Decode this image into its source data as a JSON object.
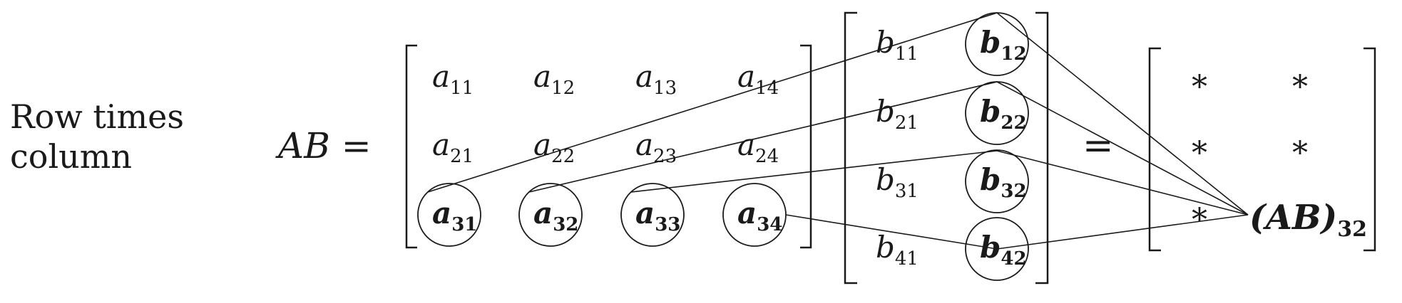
{
  "caption": {
    "line1": "Row times",
    "line2": "column"
  },
  "lhs": {
    "text": "AB ="
  },
  "matrix_a": [
    [
      "11",
      "12",
      "13",
      "14"
    ],
    [
      "21",
      "22",
      "23",
      "24"
    ],
    [
      "31",
      "32",
      "33",
      "34"
    ]
  ],
  "matrix_b": [
    [
      "11",
      "12"
    ],
    [
      "21",
      "22"
    ],
    [
      "31",
      "32"
    ],
    [
      "41",
      "42"
    ]
  ],
  "equals": "=",
  "result": {
    "cells": [
      [
        "*",
        "*"
      ],
      [
        "*",
        "*"
      ],
      [
        "*",
        ""
      ]
    ],
    "entry_text": "(AB)",
    "entry_sub": "32"
  },
  "letters": {
    "a": "a",
    "b": "b"
  },
  "highlight": {
    "a_row": 3,
    "b_col": 2
  }
}
